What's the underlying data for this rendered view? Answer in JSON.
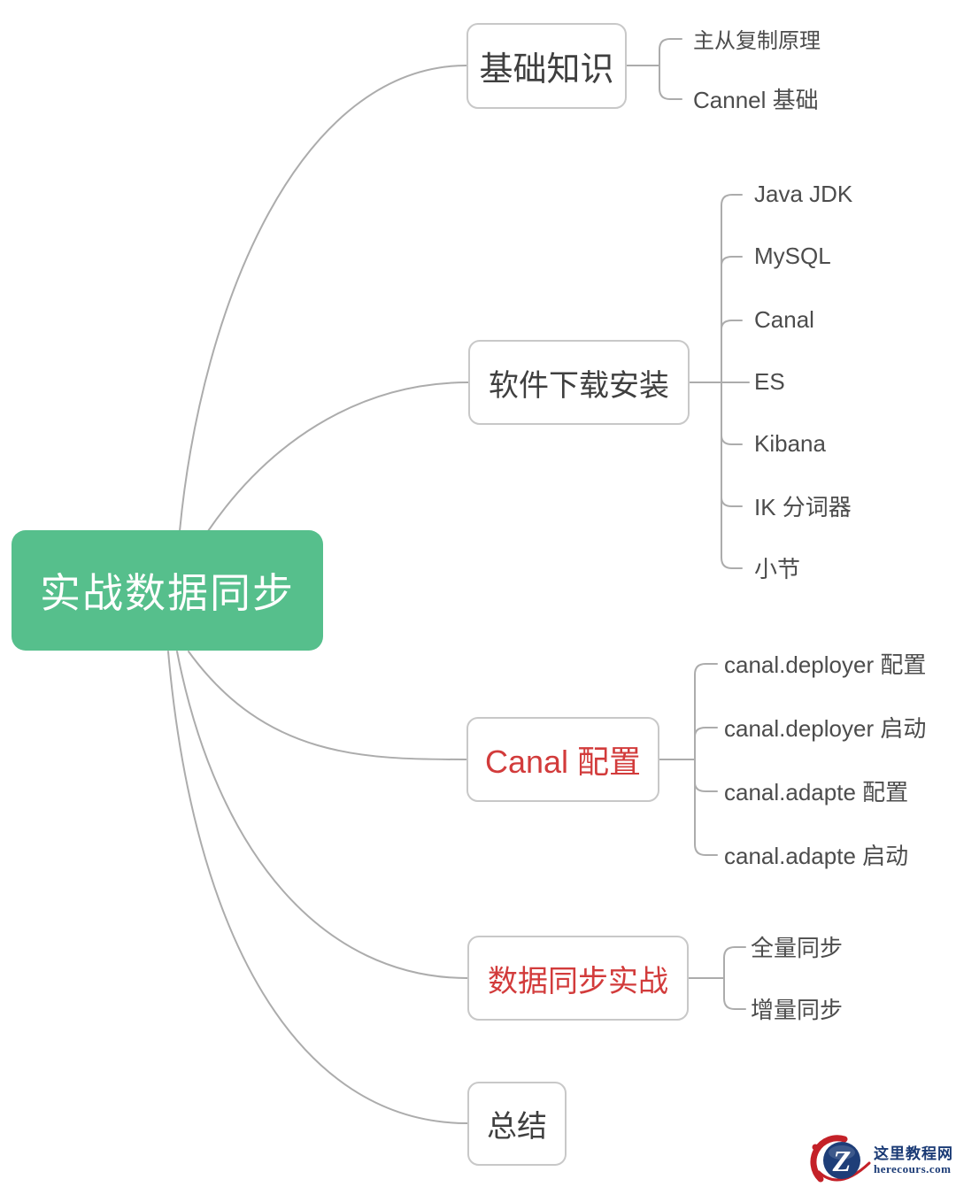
{
  "root": {
    "label": "实战数据同步"
  },
  "branches": [
    {
      "label": "基础知识",
      "text_color": "#3F3F3F",
      "children": [
        "主从复制原理",
        "Cannel 基础"
      ]
    },
    {
      "label": "软件下载安装",
      "text_color": "#3F3F3F",
      "children": [
        "Java JDK",
        "MySQL",
        "Canal",
        "ES",
        "Kibana",
        "IK 分词器",
        "小节"
      ]
    },
    {
      "label": "Canal 配置",
      "text_color": "#D23B3B",
      "children": [
        "canal.deployer 配置",
        "canal.deployer 启动",
        "canal.adapte 配置",
        "canal.adapte 启动"
      ]
    },
    {
      "label": "数据同步实战",
      "text_color": "#D23B3B",
      "children": [
        "全量同步",
        "增量同步"
      ]
    },
    {
      "label": "总结",
      "text_color": "#3F3F3F",
      "children": []
    }
  ],
  "colors": {
    "root_bg": "#56BF8C",
    "root_text": "#FFFFFF",
    "node_border": "#C8C8C8",
    "connector": "#ACACAC",
    "child_text": "#4C4C4C",
    "accent_red": "#D23B3B",
    "watermark_navy": "#1A3A75",
    "watermark_red": "#C42128"
  },
  "watermark": {
    "site_name": "这里教程网",
    "site_domain": "herecours.com",
    "logo_letter": "Z"
  }
}
